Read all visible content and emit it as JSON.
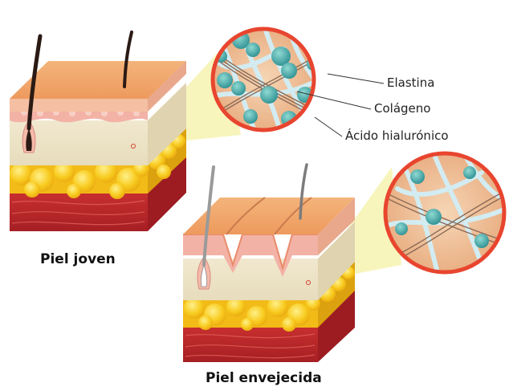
{
  "labels": {
    "elastin": "Elastina",
    "collagen": "Colágeno",
    "hyaluronic": "Ácido hialurónico"
  },
  "captions": {
    "young": "Piel joven",
    "aged": "Piel envejecida"
  },
  "colors": {
    "epidermis": "#f0a86c",
    "dermis": "#efe4c8",
    "fat": "#f7c51e",
    "muscle": "#c1272d",
    "magnifier_ring": "#e8452f",
    "elastin_fiber": "#cfe8ee",
    "collagen_fiber": "#8a6a56",
    "hyaluronic": "#3aa8a8"
  }
}
